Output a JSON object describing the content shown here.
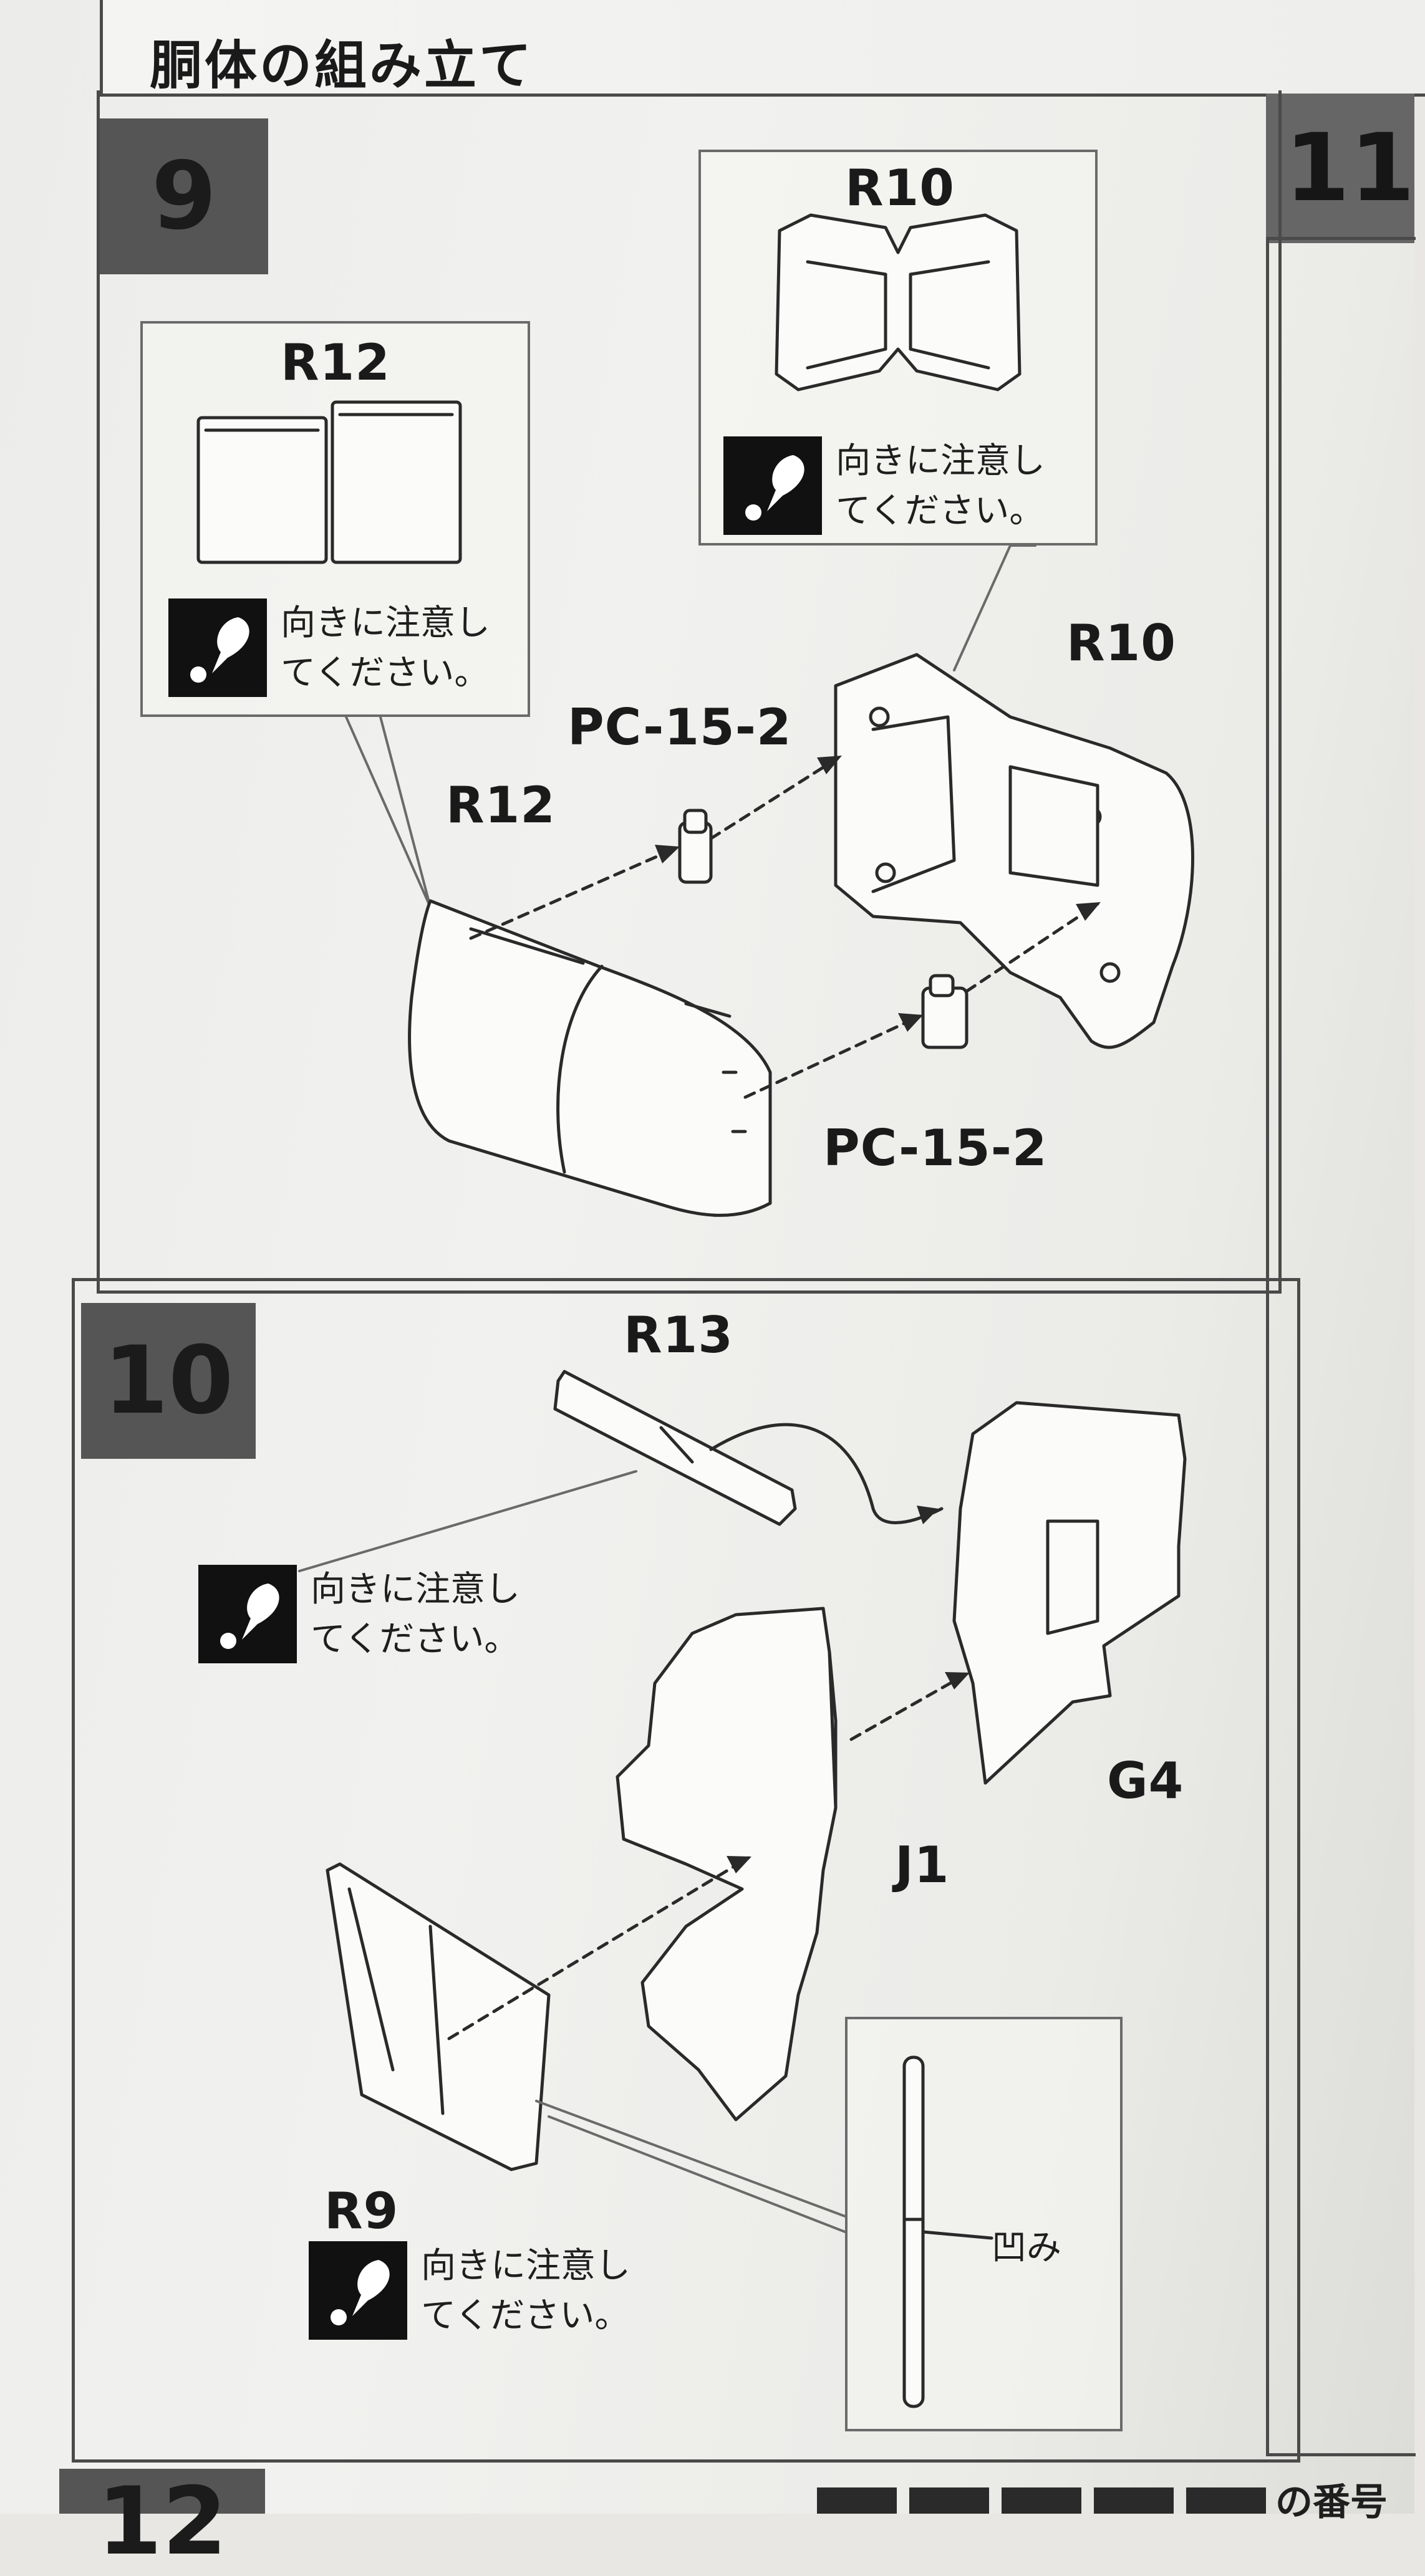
{
  "section": {
    "title": "胴体の組み立て"
  },
  "steps": [
    {
      "number": "9"
    },
    {
      "number": "10"
    },
    {
      "number": "11"
    },
    {
      "number": "12"
    }
  ],
  "step9": {
    "callout_left": {
      "part": "R12",
      "caution": "向きに注意してください。"
    },
    "callout_right": {
      "part": "R10",
      "caution": "向きに注意してください。"
    },
    "labels": {
      "r12": "R12",
      "r10": "R10",
      "pc_top": "PC-15-2",
      "pc_bottom": "PC-15-2"
    }
  },
  "step10": {
    "labels": {
      "r13": "R13",
      "g4": "G4",
      "j1": "J1",
      "r9": "R9"
    },
    "caution_r13": "向きに注意してください。",
    "caution_r9": "向きに注意してください。",
    "detail": {
      "label": "凹み"
    }
  },
  "footer": {
    "partial_text": "の番号"
  },
  "icons": [
    "caution-icon"
  ]
}
